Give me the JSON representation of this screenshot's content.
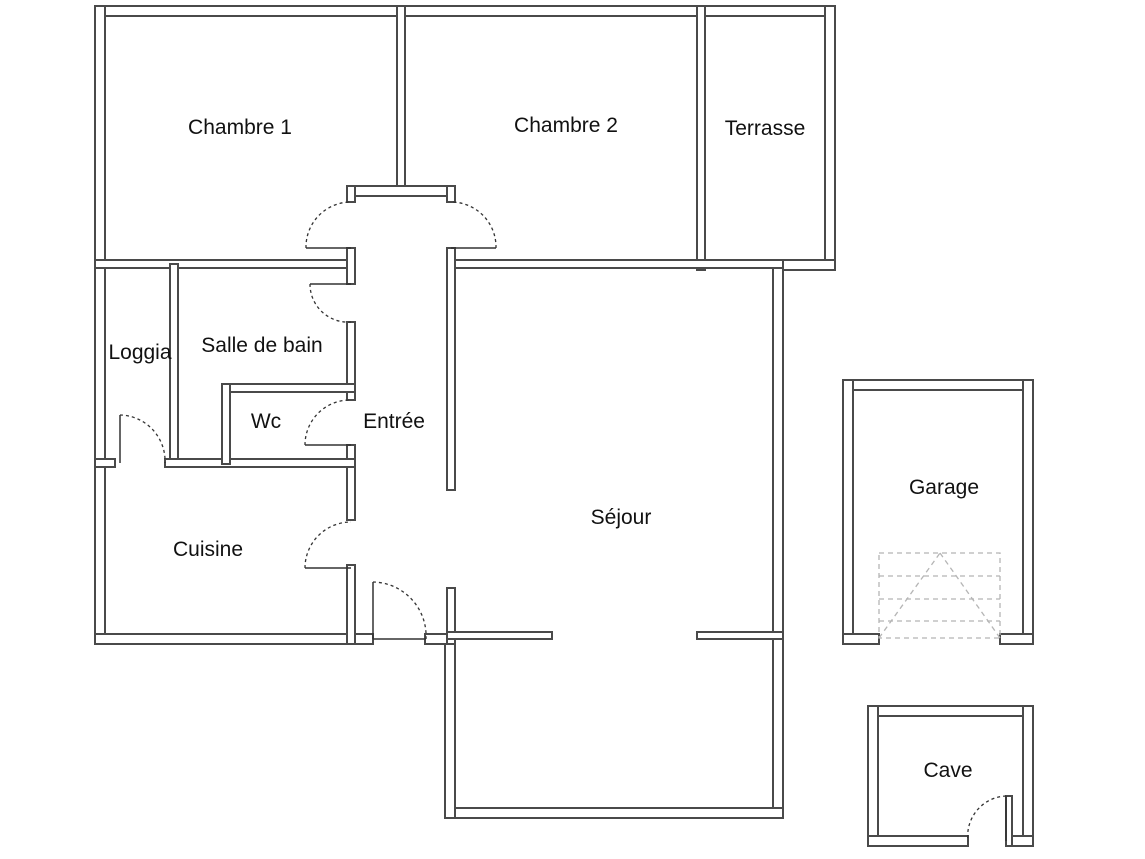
{
  "rooms": {
    "chambre1": "Chambre 1",
    "chambre2": "Chambre 2",
    "terrasse": "Terrasse",
    "loggia": "Loggia",
    "salle_de_bain": "Salle de bain",
    "wc": "Wc",
    "entree": "Entrée",
    "cuisine": "Cuisine",
    "sejour": "Séjour",
    "garage": "Garage",
    "cave": "Cave"
  },
  "colors": {
    "wall_fill": "#ffffff",
    "wall_stroke": "#4a4a4a",
    "text": "#111111"
  }
}
